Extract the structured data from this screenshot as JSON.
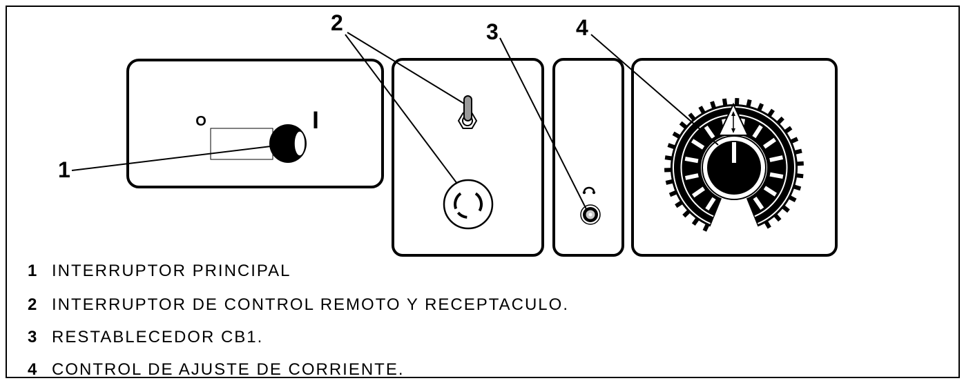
{
  "figure": {
    "callouts": [
      "1",
      "2",
      "3",
      "4"
    ],
    "switch_symbols": {
      "off": "O",
      "on": "I"
    },
    "icons": {
      "main_switch": "rotary-knob-icon",
      "remote_switch": "toggle-switch-icon",
      "receptacle": "twist-lock-receptacle-icon",
      "reset": "circuit-breaker-reset-icon",
      "current_control": "current-dial-icon"
    }
  },
  "legend": [
    {
      "number": "1",
      "text": "INTERRUPTOR PRINCIPAL"
    },
    {
      "number": "2",
      "text": "INTERRUPTOR DE CONTROL REMOTO Y RECEPTACULO."
    },
    {
      "number": "3",
      "text": "RESTABLECEDOR CB1."
    },
    {
      "number": "4",
      "text": "CONTROL DE AJUSTE DE CORRIENTE."
    }
  ]
}
